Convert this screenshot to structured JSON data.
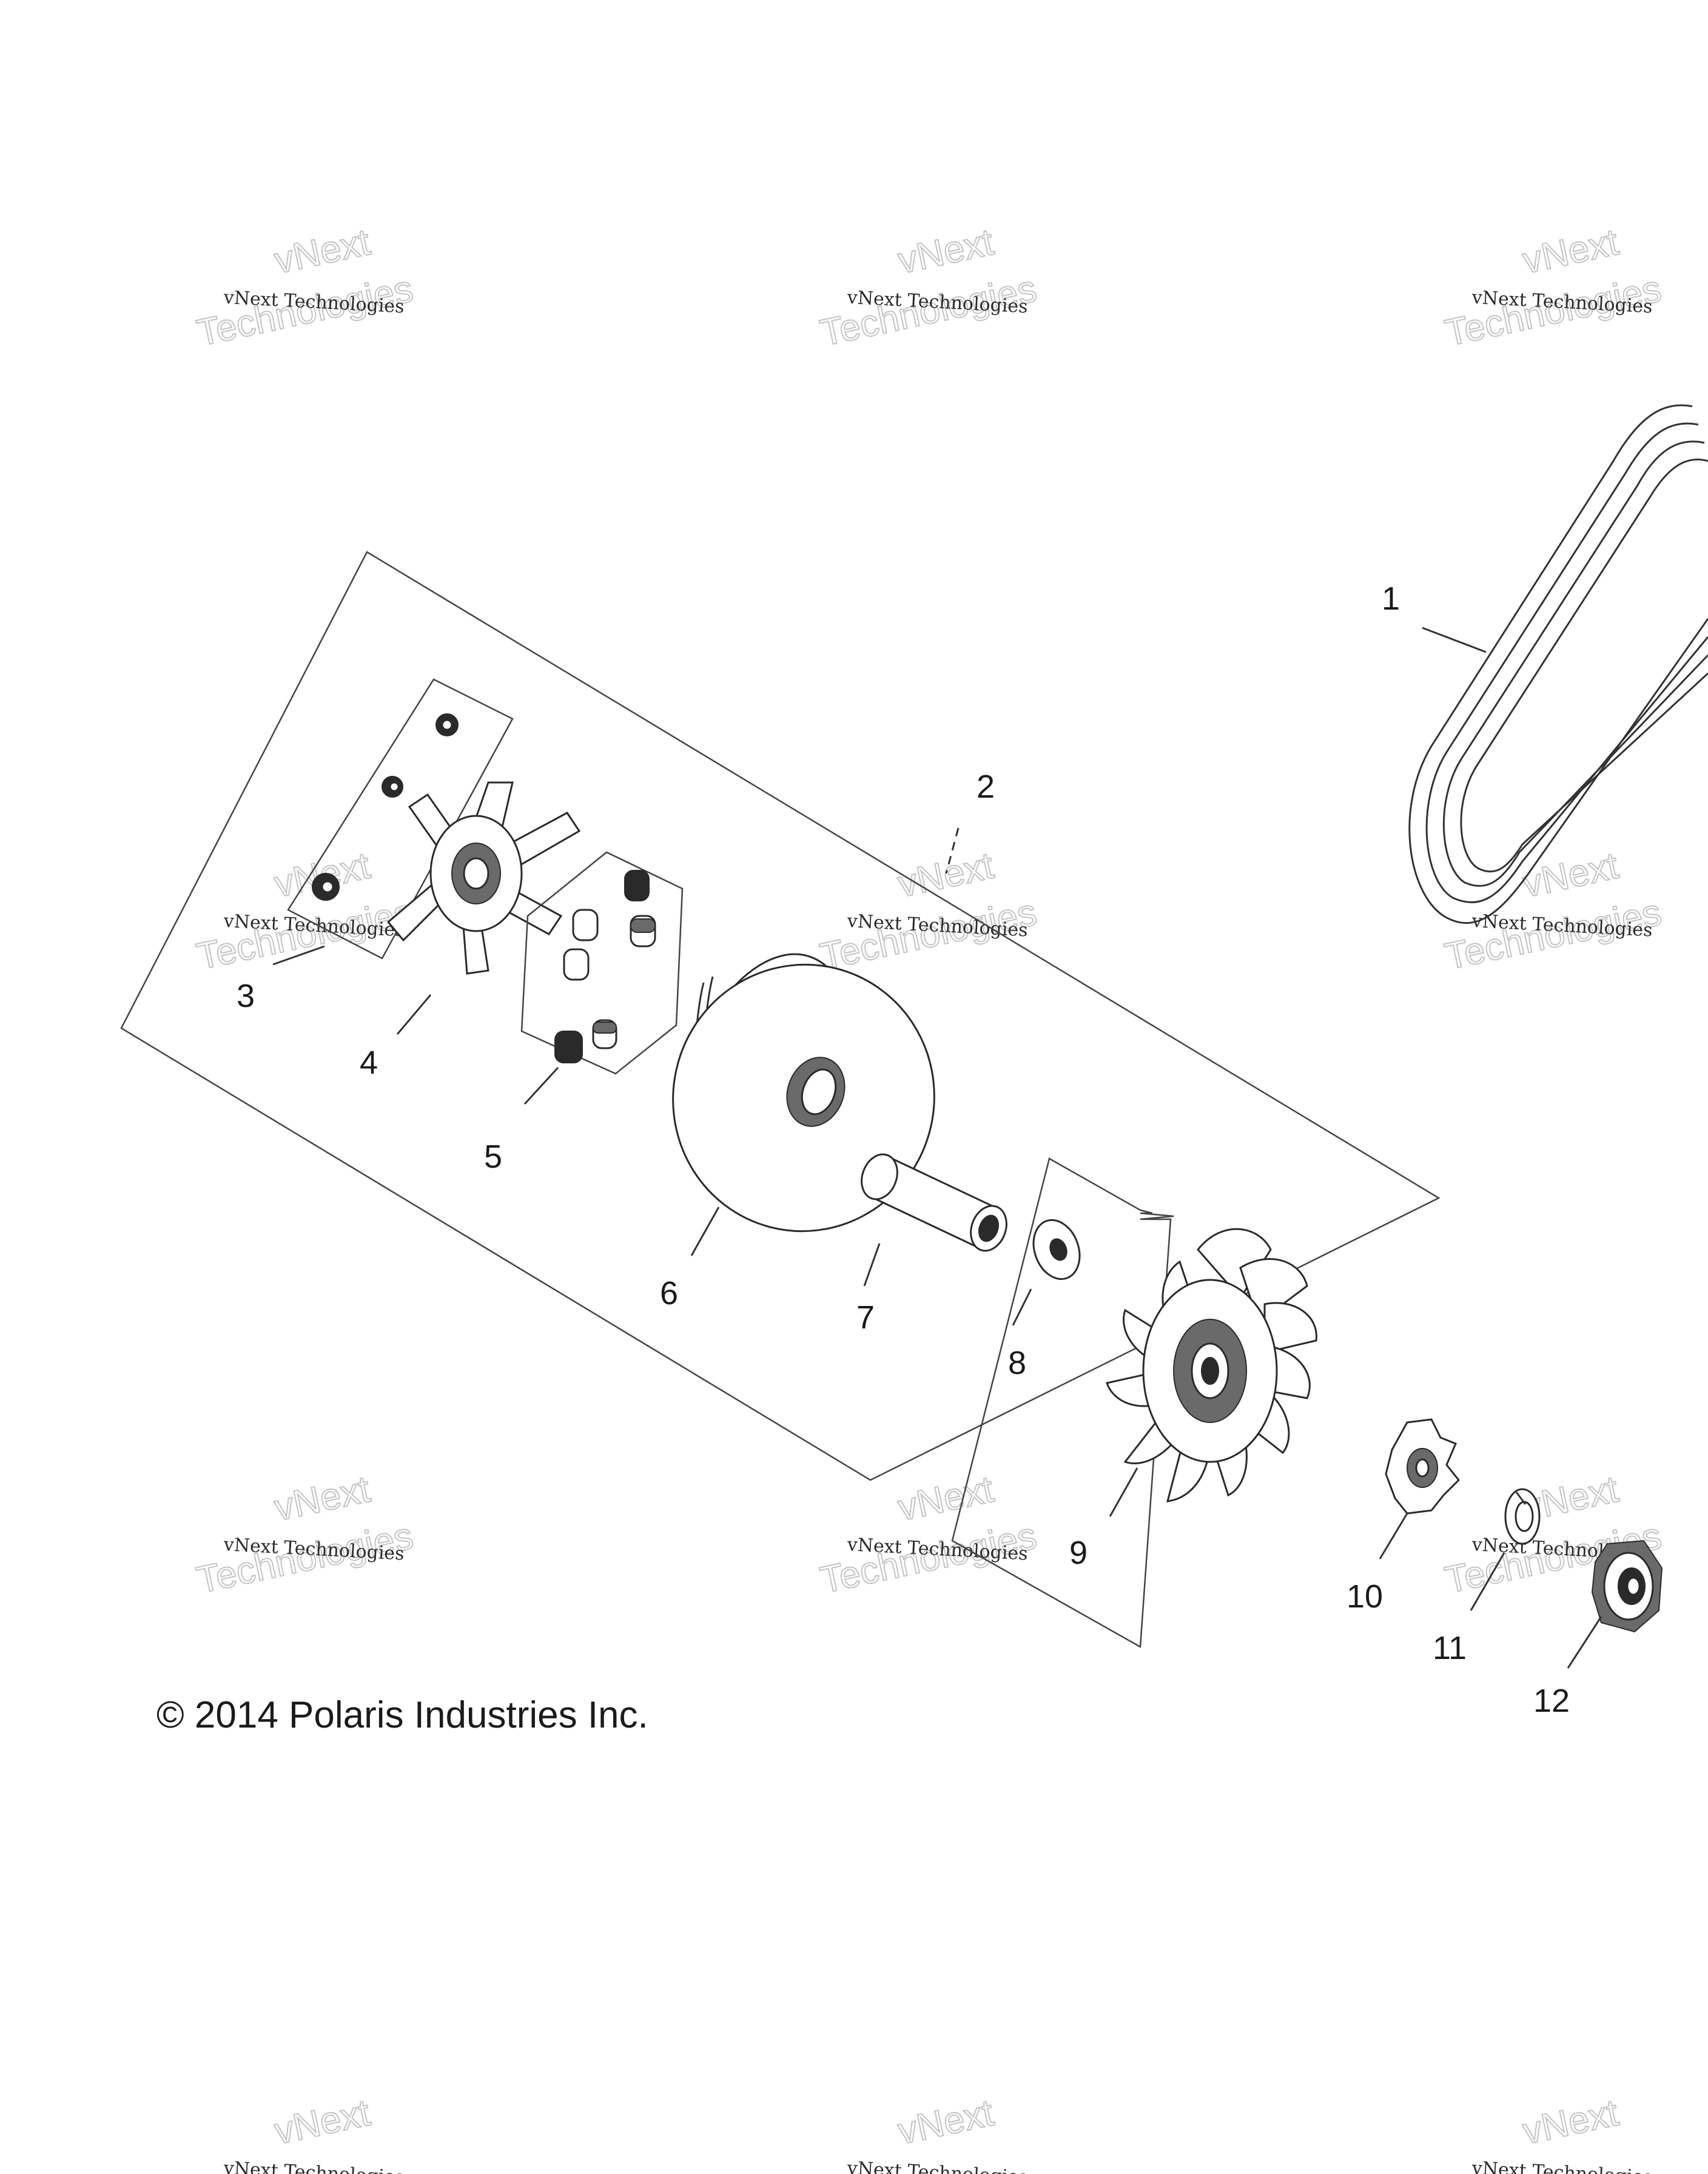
{
  "copyright": "© 2014 Polaris Industries Inc.",
  "watermark": {
    "small": "vNext Technologies",
    "big_top": "vNext",
    "big_bottom": "Technologies"
  },
  "callouts": [
    "1",
    "2",
    "3",
    "4",
    "5",
    "6",
    "7",
    "8",
    "9",
    "10",
    "11",
    "12"
  ],
  "colors": {
    "line": "#333333",
    "background": "#ffffff"
  }
}
